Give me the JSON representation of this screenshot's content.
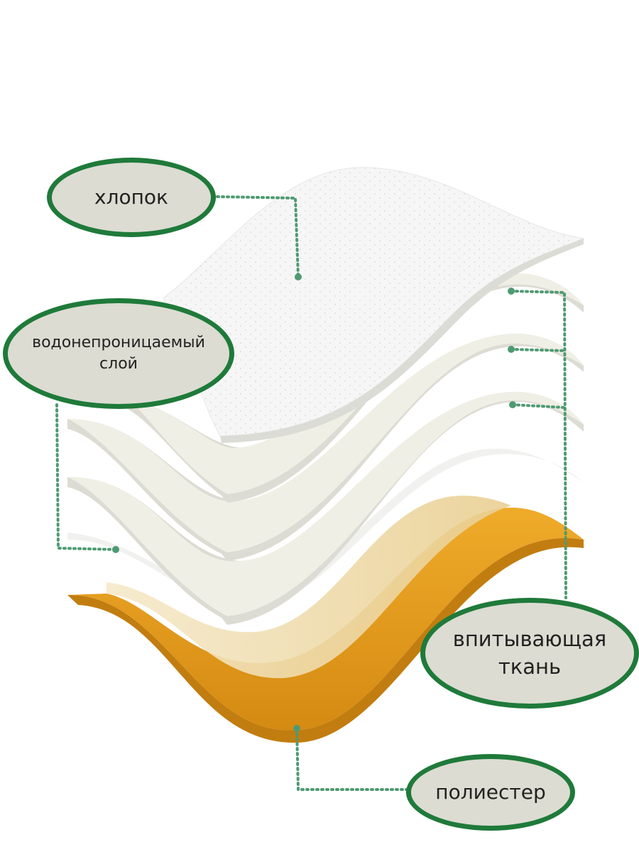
{
  "labels": {
    "cotton": "хлопок",
    "waterproof_line1": "водонепроницаемый",
    "waterproof_line2": "слой",
    "absorbent_line1": "впитывающая",
    "absorbent_line2": "ткань",
    "polyester": "полиестер"
  },
  "colors": {
    "label_border": "#1f7a3a",
    "label_fill": "#dcdcd2",
    "leader_line": "#4f9a72",
    "cotton_sheet": "#f6f6f6",
    "absorbent_sheet": "#efefe6",
    "waterproof_film": "#f2f2f0",
    "beige_layer": "#ecd7a6",
    "polyester_layer": "#e49b1e"
  }
}
